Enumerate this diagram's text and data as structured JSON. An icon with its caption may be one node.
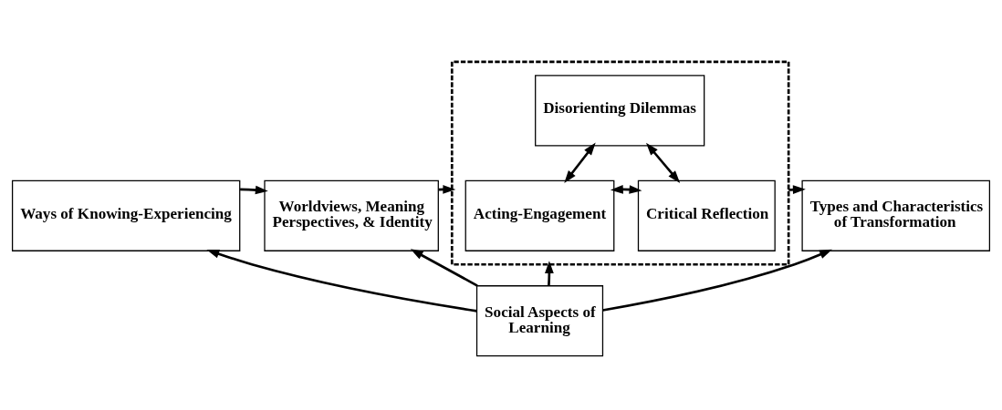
{
  "diagram": {
    "nodes": [
      {
        "text": [
          "Ways of Knowing-Experiencing"
        ]
      },
      {
        "text": [
          "Worldviews, Meaning Perspectives, & Identity"
        ]
      },
      {
        "text": [],
        "shape": "box"
      },
      {
        "text": [
          "Disorienting Dilemmas"
        ],
        "in": 2
      },
      {
        "text": [
          "Acting-Engagement"
        ],
        "in": 2
      },
      {
        "text": [
          "Critical Reflection"
        ],
        "in": 2
      },
      {
        "text": [
          "Types and Characteristics of Transformation"
        ]
      },
      {
        "text": [
          "Social Aspects of Learning"
        ]
      }
    ],
    "edges": [
      {
        "from": 0,
        "to": 1,
        "arrow": "to"
      },
      {
        "from": 1,
        "to": 2,
        "arrow": "to"
      },
      {
        "from": 3,
        "to": 4,
        "arrow": "both"
      },
      {
        "from": 3,
        "to": 5,
        "arrow": "both"
      },
      {
        "from": 4,
        "to": 5,
        "arrow": "both"
      },
      {
        "from": 2,
        "to": 6,
        "arrow": "to"
      },
      {
        "from": 7,
        "to": 0,
        "arrow": "to"
      },
      {
        "from": 7,
        "to": 1,
        "arrow": "to"
      },
      {
        "from": 7,
        "to": 2,
        "arrow": "to"
      },
      {
        "from": 7,
        "to": 6,
        "arrow": "to"
      }
    ]
  }
}
